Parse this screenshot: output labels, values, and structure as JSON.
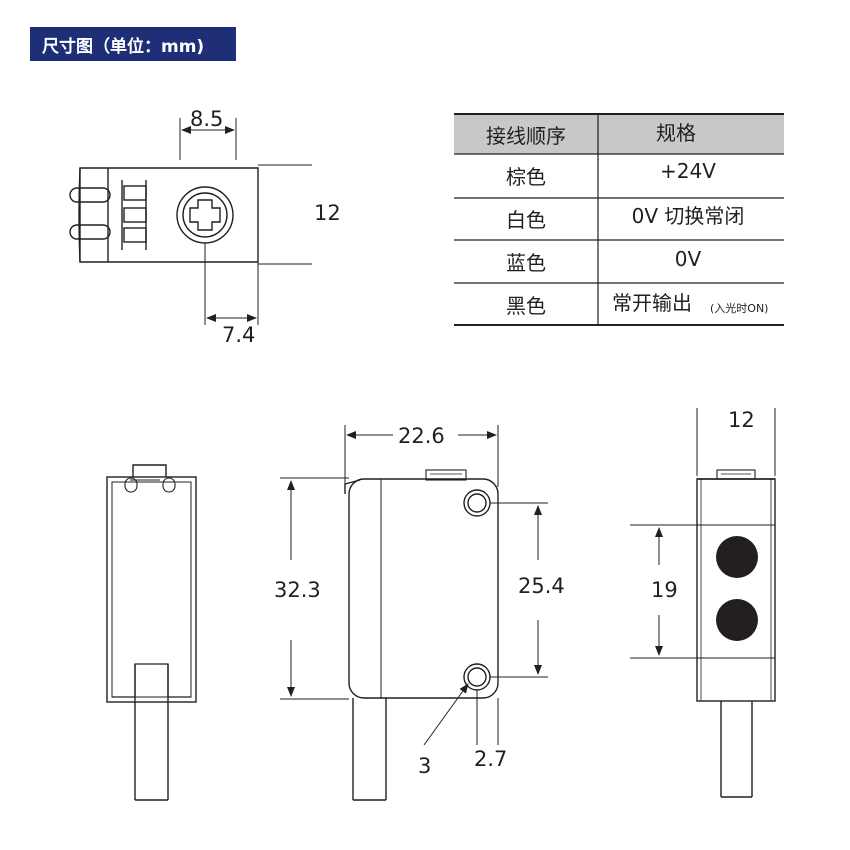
{
  "header": {
    "title": "尺寸图（单位：mm)"
  },
  "dimensions": {
    "top_width": "8.5",
    "top_height": "12",
    "top_offset": "7.4",
    "front_width": "22.6",
    "front_height": "32.3",
    "hole_spacing": "25.4",
    "hole_diameter": "3",
    "hole_offset": "2.7",
    "side_width": "12",
    "lens_spacing": "19"
  },
  "wiring_table": {
    "headers": [
      "接线顺序",
      "规格"
    ],
    "rows": [
      {
        "color": "棕色",
        "spec": "+24V",
        "note": ""
      },
      {
        "color": "白色",
        "spec": "0V 切换常闭",
        "note": ""
      },
      {
        "color": "蓝色",
        "spec": "0V",
        "note": ""
      },
      {
        "color": "黑色",
        "spec": "常开输出",
        "note": "(入光时ON)"
      }
    ]
  },
  "colors": {
    "header_bg": "#1e2f78",
    "table_header_bg": "#c8c8c8",
    "line": "#231f20"
  }
}
